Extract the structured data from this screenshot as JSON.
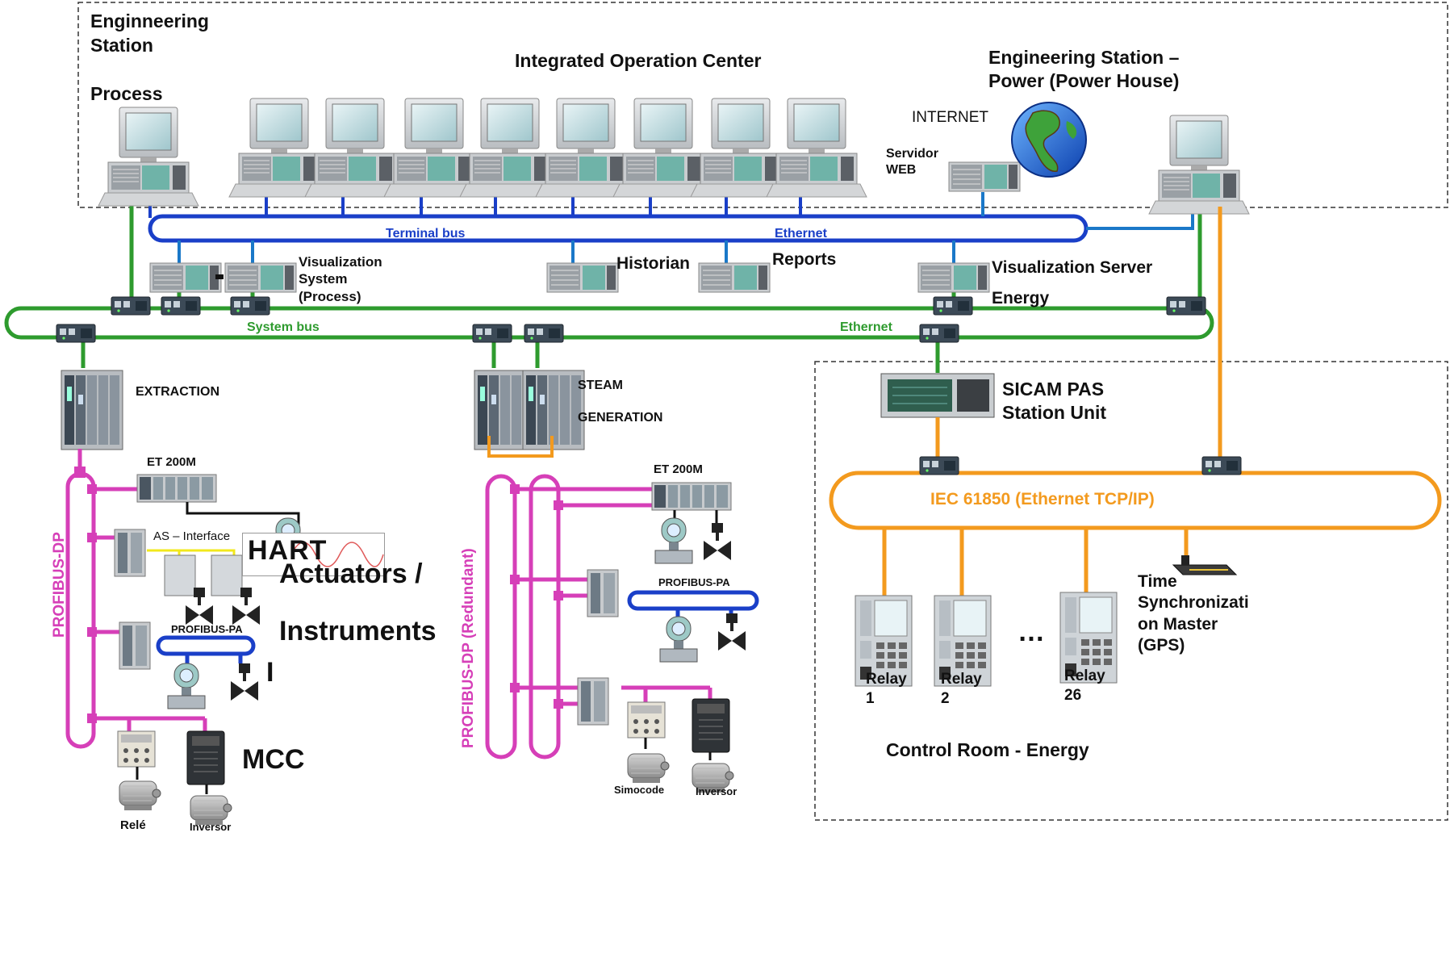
{
  "labels": {
    "eng_station_process": "Enginneering\nStation\n\nProcess",
    "integrated_center": "Integrated Operation Center",
    "eng_station_power": "Engineering Station –\nPower (Power House)",
    "internet": "INTERNET",
    "servidor_web": "Servidor\nWEB",
    "terminal_bus": "Terminal bus",
    "ethernet_terminal": "Ethernet",
    "vis_system": "Visualization\nSystem\n(Process)",
    "historian": "Historian",
    "reports": "Reports",
    "vis_server": "Visualization Server",
    "energy": "Energy",
    "system_bus": "System bus",
    "ethernet_system": "Ethernet",
    "extraction": "EXTRACTION",
    "steam_generation": "STEAM\n\nGENERATION",
    "sicam": "SICAM PAS\nStation Unit",
    "et200m_left": "ET 200M",
    "et200m_right": "ET 200M",
    "hart": "HART",
    "as_interface": "AS – Interface",
    "actuators": "Actuators /\n\nInstruments",
    "profibus_pa_left": "PROFIBUS-PA",
    "profibus_pa_right": "PROFIBUS-PA",
    "profibus_dp": "PROFIBUS-DP",
    "profibus_dp_redundant": "PROFIBUS-DP (Redundant)",
    "i_mark": "I",
    "mcc": "MCC",
    "rele": "Relé",
    "inversor_left": "Inversor",
    "simocode": "Simocode",
    "inversor_right": "Inversor",
    "iec": "IEC 61850 (Ethernet TCP/IP)",
    "relay1": "Relay\n1",
    "relay2": "Relay\n2",
    "relay26": "Relay\n26",
    "dots": "…",
    "time_sync": "Time\nSynchronizati\non Master\n(GPS)",
    "control_room": "Control Room - Energy"
  },
  "colors": {
    "terminal_bus": "#1a3fc8",
    "system_bus": "#2e9b2e",
    "profibus_dp": "#d63fb8",
    "iec": "#f39a1e",
    "profibus_pa": "#1a3fc8"
  },
  "icons": [
    "desktop-pc-icon",
    "server-icon",
    "switch-icon",
    "plc-rack-icon",
    "globe-icon",
    "motor-icon",
    "valve-icon",
    "transmitter-icon",
    "relay-icon",
    "inverter-icon",
    "gps-clock-icon"
  ]
}
